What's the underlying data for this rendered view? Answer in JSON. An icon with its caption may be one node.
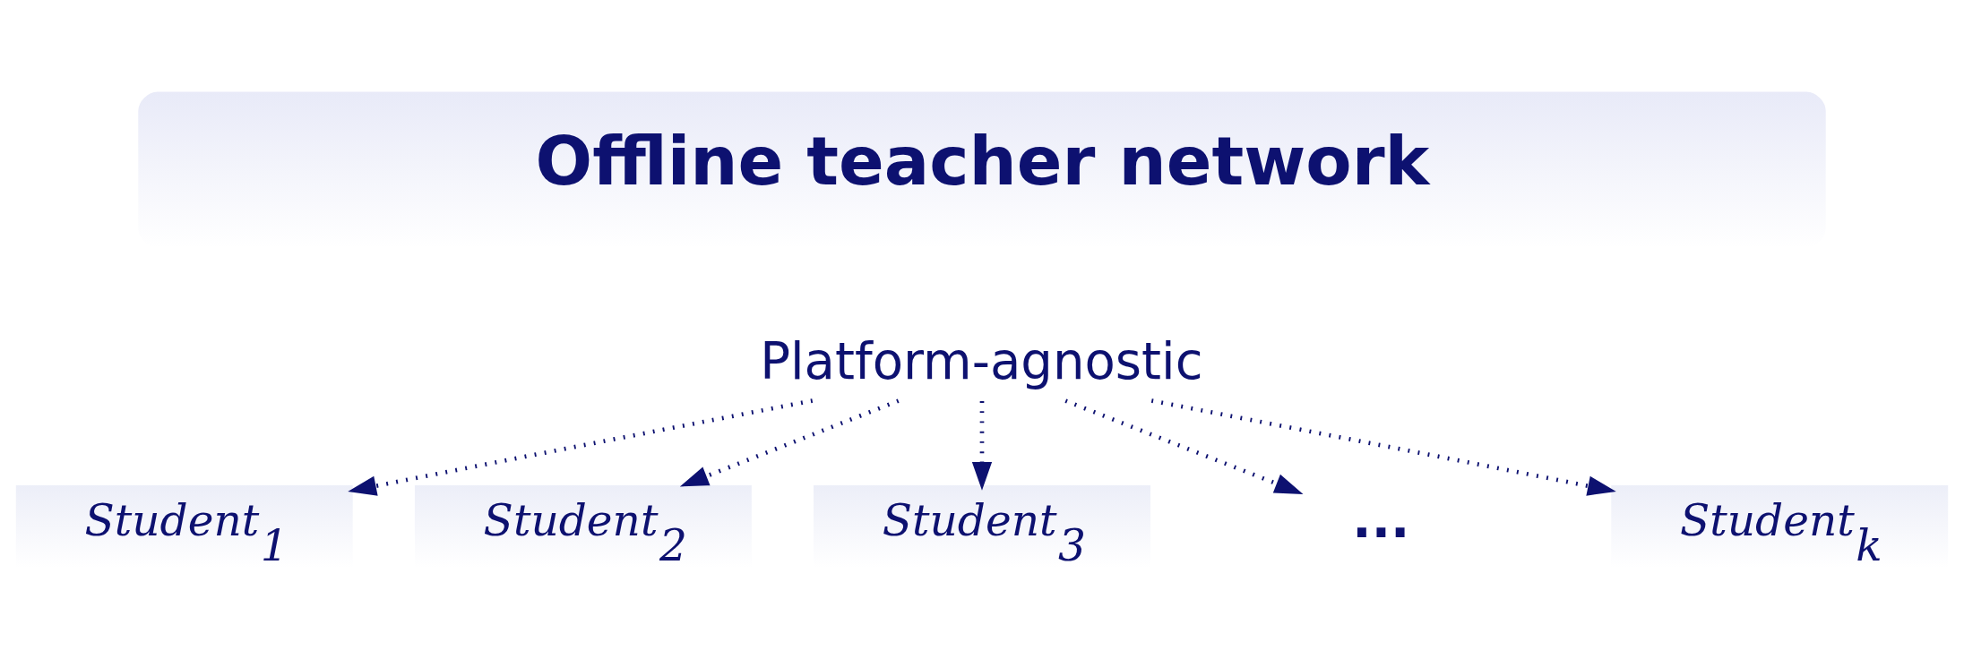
{
  "diagram": {
    "nodes": [
      {
        "text": [
          "Offline teacher network"
        ]
      },
      {
        "text": [
          "Platform-agnostic"
        ]
      },
      {
        "text": [
          "Student$_{1}$"
        ]
      },
      {
        "text": [
          "Student$_{2}$"
        ]
      },
      {
        "text": [
          "Student$_{3}$"
        ]
      },
      {
        "text": [
          "..."
        ]
      },
      {
        "text": [
          "Student$_{k}$"
        ]
      }
    ],
    "edges": [
      {
        "from": 1,
        "to": 2,
        "arrow": "to",
        "style": "dashed"
      },
      {
        "from": 1,
        "to": 3,
        "arrow": "to",
        "style": "dashed"
      },
      {
        "from": 1,
        "to": 4,
        "arrow": "to",
        "style": "dashed"
      },
      {
        "from": 1,
        "to": 5,
        "arrow": "to",
        "style": "dashed"
      },
      {
        "from": 1,
        "to": 6,
        "arrow": "to",
        "style": "dashed"
      }
    ]
  }
}
